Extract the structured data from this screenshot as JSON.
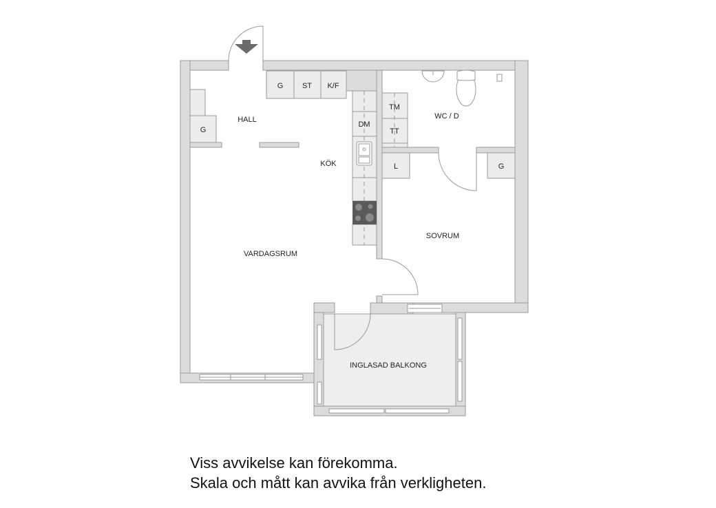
{
  "floorplan": {
    "rooms": {
      "hall": "HALL",
      "kitchen": "KÖK",
      "living_room": "VARDAGSRUM",
      "bathroom": "WC / D",
      "bedroom": "SOVRUM",
      "balcony": "INGLASAD BALKONG"
    },
    "fixtures": {
      "hall_wardrobe_left": "G",
      "hall_wardrobe_top": "G",
      "hall_storage": "ST",
      "fridge_freezer": "K/F",
      "dishwasher": "DM",
      "washing_machine": "TM",
      "tumble_dryer": "TT",
      "linen_closet": "L",
      "bedroom_wardrobe": "G"
    },
    "colors": {
      "wall": "#dcdcdc",
      "wall_stroke": "#9a9a9a",
      "fixture_fill": "#ececec",
      "balcony_floor": "#eeeeee",
      "stove": "#5a5a5a",
      "entry_arrow": "#6b6b6b"
    }
  },
  "disclaimer": {
    "line1": "Viss avvikelse kan förekomma.",
    "line2": "Skala och mått kan avvika från verkligheten."
  }
}
